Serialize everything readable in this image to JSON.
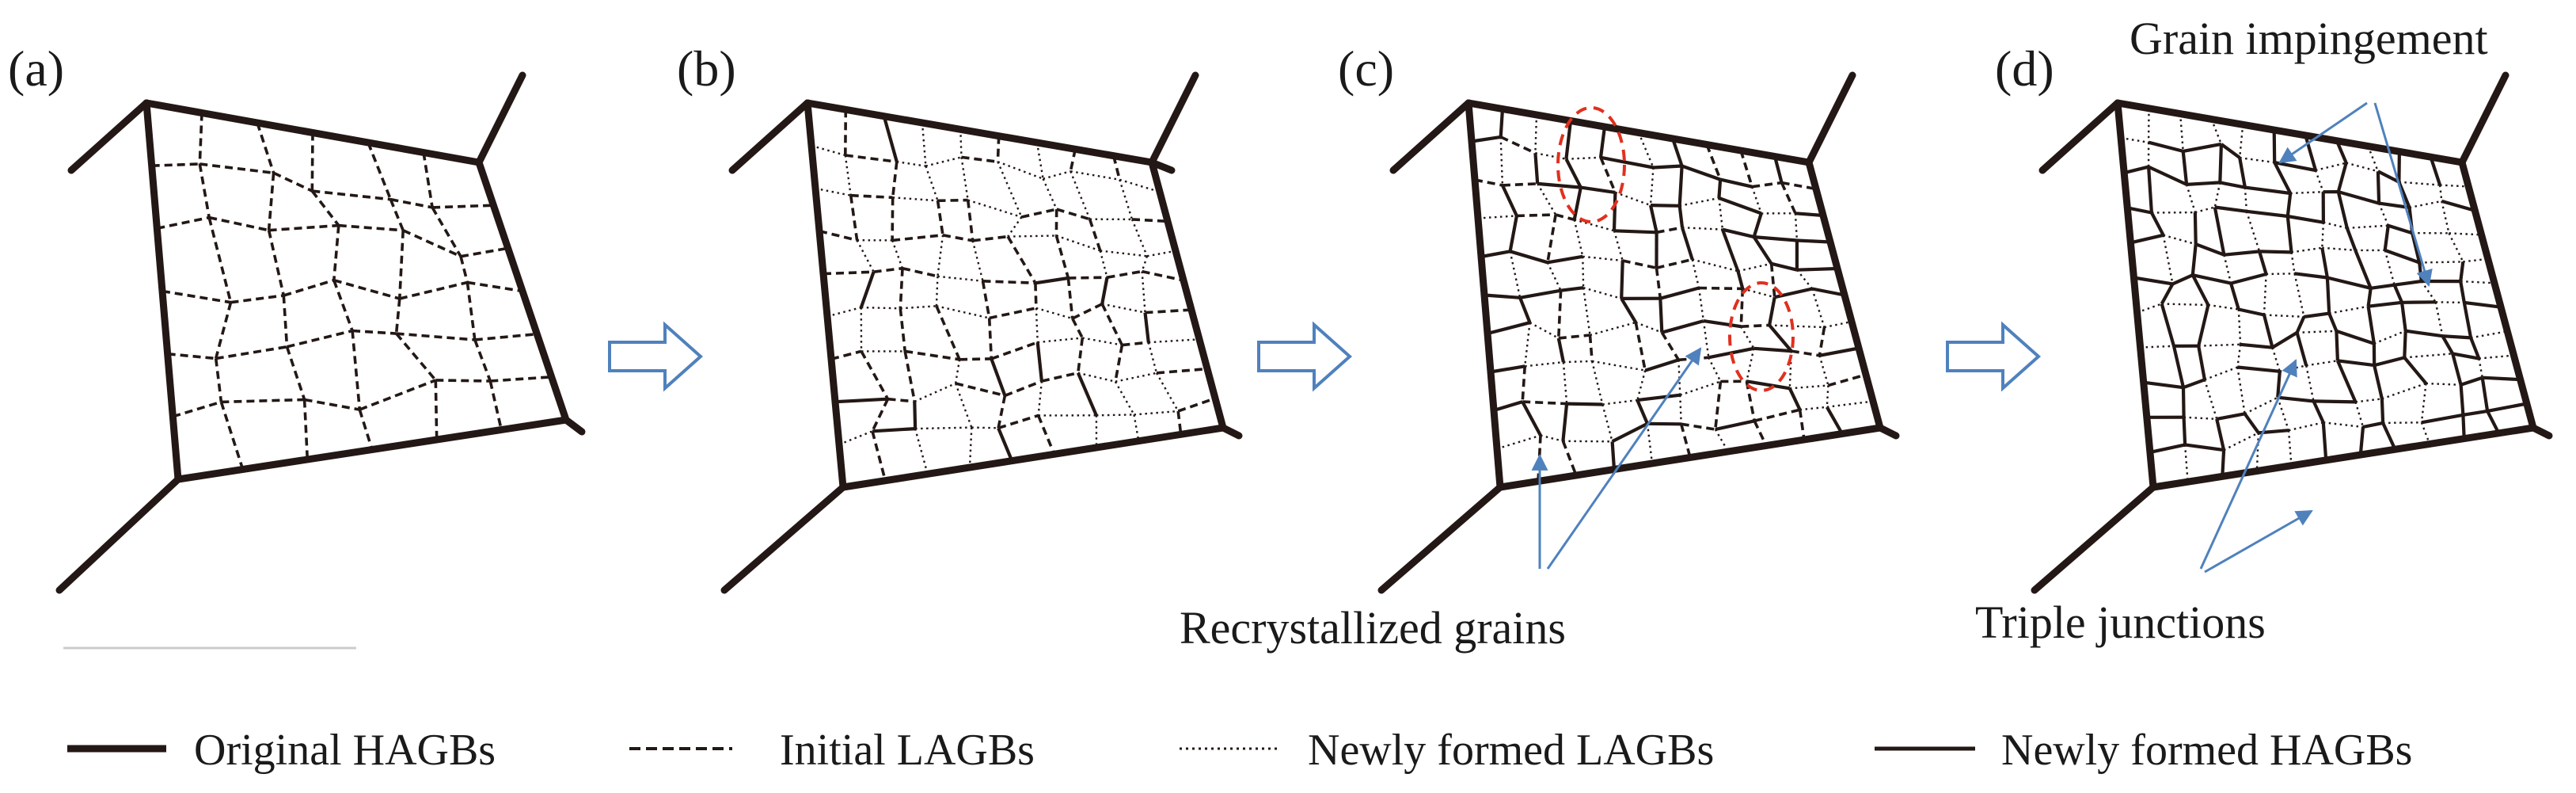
{
  "panels": [
    {
      "label": "(a)"
    },
    {
      "label": "(b)"
    },
    {
      "label": "(c)"
    },
    {
      "label": "(d)"
    }
  ],
  "annotations": {
    "recrystallized": "Recrystallized  grains",
    "impingement": "Grain impingement",
    "triple": "Triple junctions"
  },
  "legend": [
    {
      "label": "Original HAGBs",
      "style": "thick-solid"
    },
    {
      "label": "Initial LAGBs",
      "style": "dashed"
    },
    {
      "label": "Newly formed LAGBs",
      "style": "dotted"
    },
    {
      "label": "Newly formed HAGBs",
      "style": "thin-solid"
    }
  ],
  "colors": {
    "boundary": "#231815",
    "arrow": "#4f81bd",
    "highlight": "#e0301e",
    "text": "#1a1a1a"
  }
}
